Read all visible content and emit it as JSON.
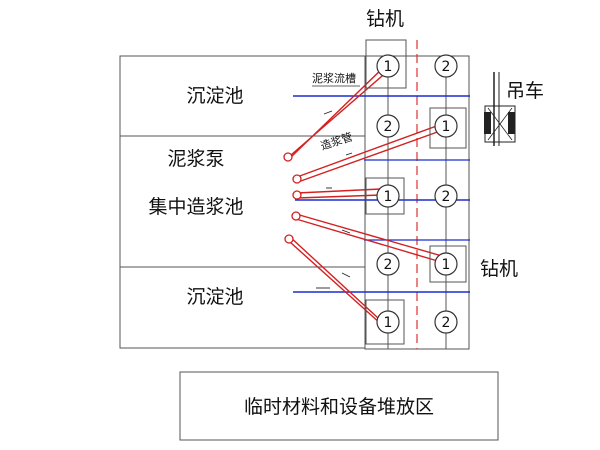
{
  "labels": {
    "sedimentation_tank_top": "沉淀池",
    "mud_pump": "泥浆泵",
    "mixing_tank": "集中造浆池",
    "sedimentation_tank_bottom": "沉淀池",
    "drill_rig_top": "钻机",
    "drill_rig_right": "钻机",
    "crane": "吊车",
    "mud_channel": "泥浆流槽",
    "slurry_pipe": "造浆管",
    "storage_area": "临时材料和设备堆放区"
  },
  "piles": {
    "left_column": [
      "1",
      "2",
      "1",
      "2",
      "1"
    ],
    "right_column": [
      "2",
      "1",
      "2",
      "1",
      "2"
    ]
  },
  "colors": {
    "pipe": "#d42020",
    "channel": "#1a2fd0",
    "outline": "#333333",
    "centerline": "#e03030"
  }
}
